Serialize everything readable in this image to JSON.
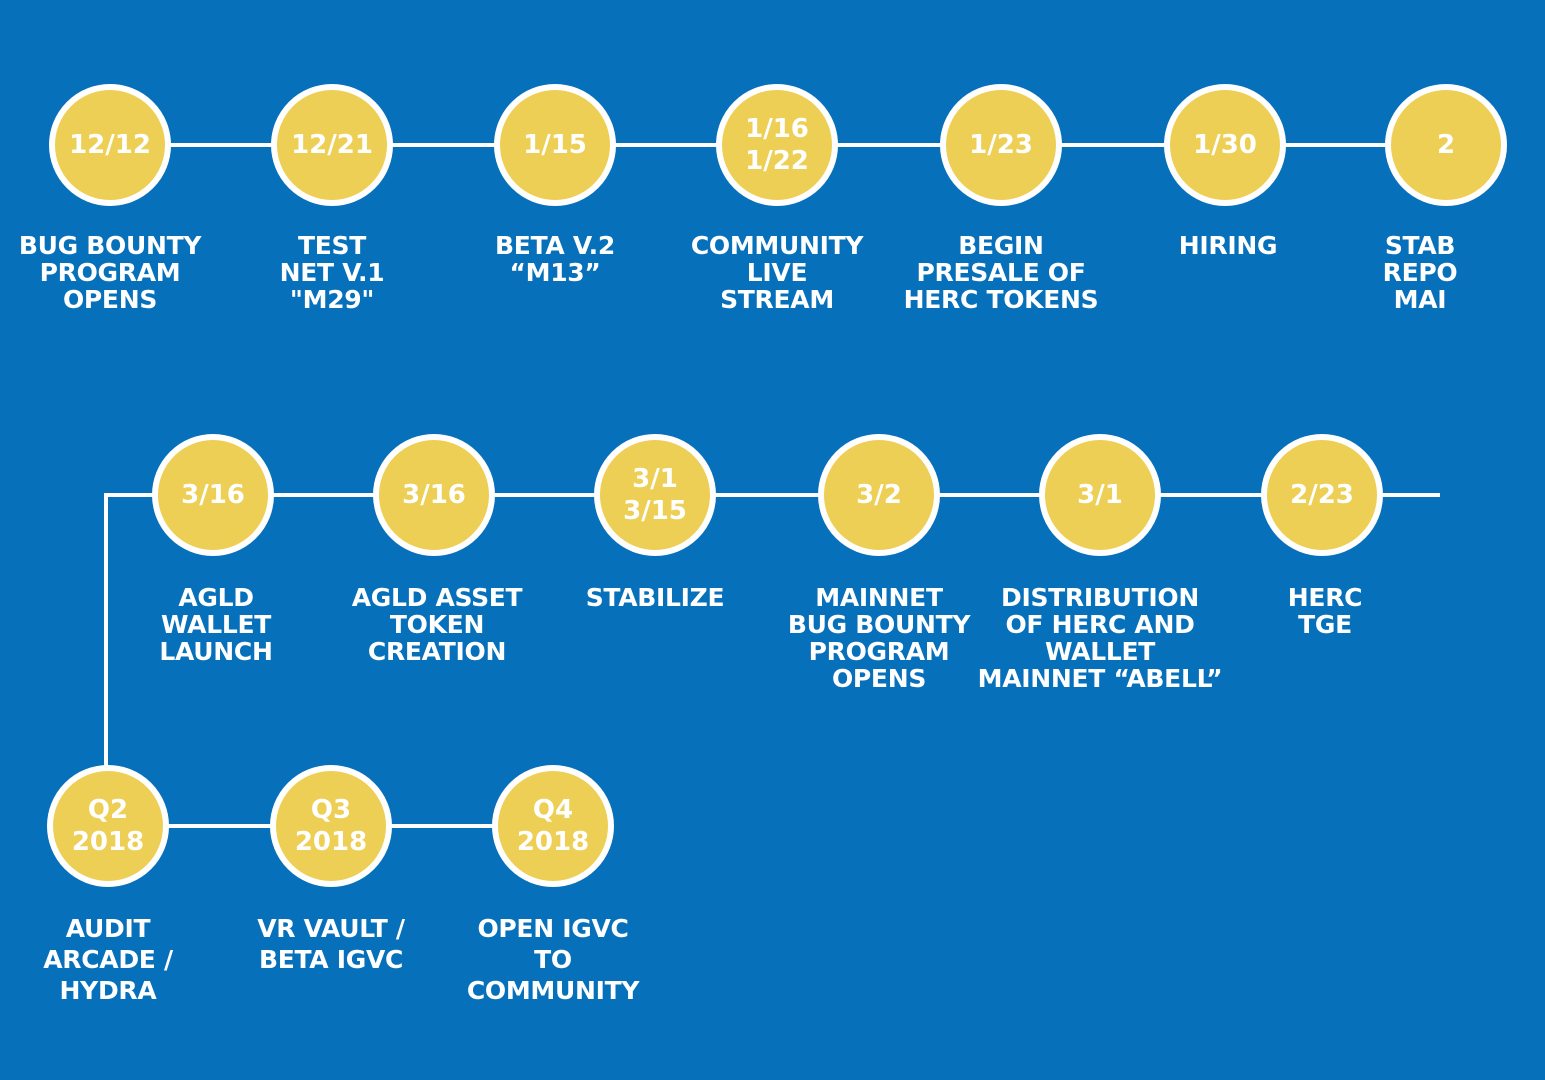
{
  "colors": {
    "background": "#0670bb",
    "node_fill": "#eecf55",
    "outline": "#ffffff"
  },
  "rows": {
    "row1": [
      {
        "date": [
          "12/12"
        ],
        "label": [
          "BUG BOUNTY",
          "PROGRAM",
          "OPENS"
        ]
      },
      {
        "date": [
          "12/21"
        ],
        "label": [
          "TEST",
          "NET V.1",
          "\"M29\""
        ]
      },
      {
        "date": [
          "1/15"
        ],
        "label": [
          "BETA V.2",
          "“M13”"
        ]
      },
      {
        "date": [
          "1/16",
          "1/22"
        ],
        "label": [
          "COMMUNITY",
          "LIVE",
          "STREAM"
        ]
      },
      {
        "date": [
          "1/23"
        ],
        "label": [
          "BEGIN",
          "PRESALE OF",
          "HERC TOKENS"
        ]
      },
      {
        "date": [
          "1/30"
        ],
        "label": [
          "HIRING"
        ]
      },
      {
        "date": [
          "2"
        ],
        "label": [
          "STAB",
          "REPO",
          "MAI"
        ]
      }
    ],
    "row2": [
      {
        "date": [
          "3/16"
        ],
        "label": [
          "AGLD",
          "WALLET",
          "LAUNCH"
        ]
      },
      {
        "date": [
          "3/16"
        ],
        "label": [
          "AGLD ASSET",
          "TOKEN",
          "CREATION"
        ]
      },
      {
        "date": [
          "3/1",
          "3/15"
        ],
        "label": [
          "STABILIZE"
        ]
      },
      {
        "date": [
          "3/2"
        ],
        "label": [
          "MAINNET",
          "BUG BOUNTY",
          "PROGRAM",
          "OPENS"
        ]
      },
      {
        "date": [
          "3/1"
        ],
        "label": [
          "DISTRIBUTION",
          "OF HERC AND",
          "WALLET",
          "MAINNET “ABELL”"
        ]
      },
      {
        "date": [
          "2/23"
        ],
        "label": [
          "HERC",
          "TGE"
        ]
      }
    ],
    "row3": [
      {
        "date": [
          "Q2",
          "2018"
        ],
        "label": [
          "AUDIT",
          "ARCADE /",
          "HYDRA"
        ]
      },
      {
        "date": [
          "Q3",
          "2018"
        ],
        "label": [
          "VR VAULT /",
          "BETA IGVC"
        ]
      },
      {
        "date": [
          "Q4",
          "2018"
        ],
        "label": [
          "OPEN IGVC",
          "TO",
          "COMMUNITY"
        ]
      }
    ]
  }
}
